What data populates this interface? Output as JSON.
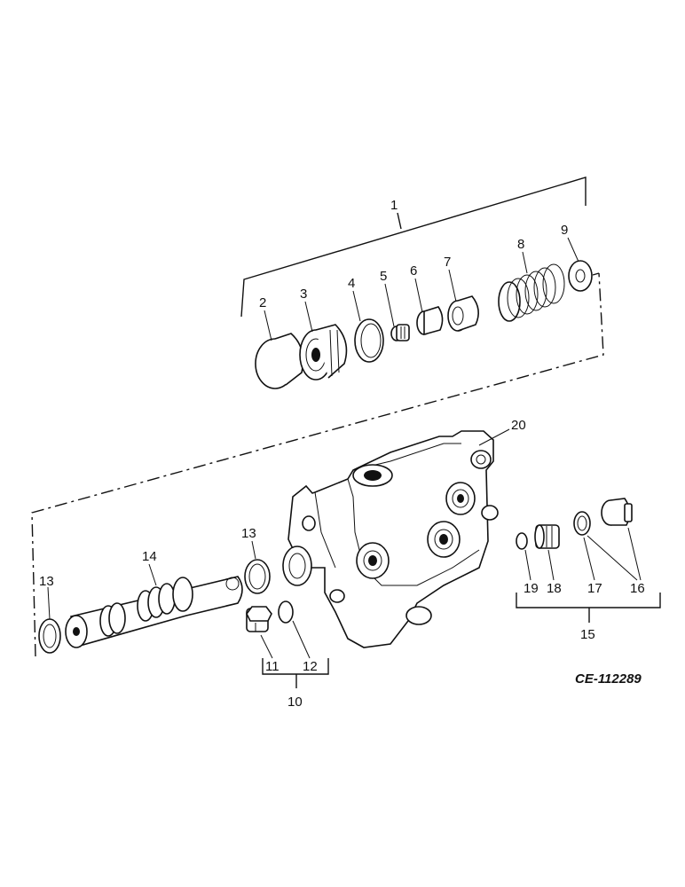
{
  "figure_id": "CE-112289",
  "callouts": {
    "c1": "1",
    "c2": "2",
    "c3": "3",
    "c4": "4",
    "c5": "5",
    "c6": "6",
    "c7": "7",
    "c8": "8",
    "c9": "9",
    "c10": "10",
    "c11": "11",
    "c12": "12",
    "c13a": "13",
    "c13b": "13",
    "c14": "14",
    "c15": "15",
    "c16": "16",
    "c17": "17",
    "c18": "18",
    "c19": "19",
    "c20": "20"
  }
}
